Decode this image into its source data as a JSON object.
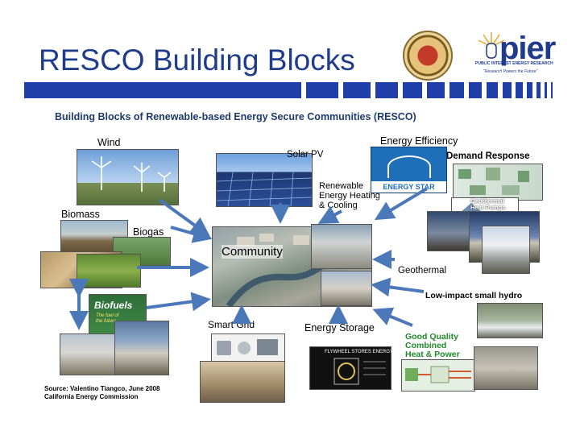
{
  "slide": {
    "title": "RESCO Building Blocks",
    "heading": "Building Blocks of Renewable-based Energy Secure Communities (RESCO)"
  },
  "logos": {
    "pier_word": "pier",
    "pier_sub": "PUBLIC INTEREST ENERGY RESEARCH",
    "pier_tag": "\"Research Powers the Future\""
  },
  "blocks": {
    "wind": "Wind",
    "solar_pv": "Solar PV",
    "energy_efficiency": "Energy Efficiency",
    "demand_response": "Demand Response",
    "renewable_heating": [
      "Renewable",
      "Energy Heating",
      "& Cooling"
    ],
    "energy_star": "ENERGY STAR",
    "geothermal_heat_pumps": [
      "Geothermal",
      "Heat Pumps"
    ],
    "biomass": "Biomass",
    "biogas": "Biogas",
    "community": "Community",
    "geothermal": "Geothermal",
    "biofuels": "Biofuels",
    "biofuels_sub": [
      "The fuel of",
      "the future"
    ],
    "hydro": "Low-impact small hydro",
    "smart_grid": "Smart Grid",
    "energy_storage": "Energy Storage",
    "chp": [
      "Good Quality",
      "Combined",
      "Heat & Power"
    ],
    "flywheel": "FLYWHEEL STORES ENERGY"
  },
  "source": {
    "line1": "Source: Valentino Tiangco,  June 2008",
    "line2": "California Energy Commission"
  },
  "colors": {
    "title": "#1f3c8c",
    "bar": "#1f3fa8",
    "arrow": "#4a78b8",
    "chp_text": "#1f8a2a"
  }
}
